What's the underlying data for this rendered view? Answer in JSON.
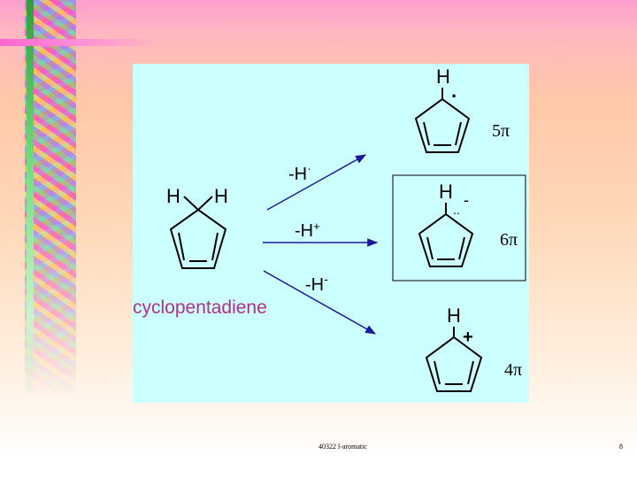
{
  "slide": {
    "footer_text": "40322 l-aromatic",
    "page_number": "8"
  },
  "figure": {
    "start_compound": {
      "label": "cyclopentadiene",
      "h_left": "H",
      "h_right": "H"
    },
    "arrows": [
      {
        "reagent": "-H",
        "charge": "·"
      },
      {
        "reagent": "-H",
        "charge": "+"
      },
      {
        "reagent": "-H",
        "charge": "-"
      }
    ],
    "products": [
      {
        "h": "H",
        "mark": "·",
        "electron_count": "5π"
      },
      {
        "h": "H",
        "mark": "..",
        "charge": "-",
        "electron_count": "6π"
      },
      {
        "h": "H",
        "charge": "+",
        "electron_count": "4π"
      }
    ],
    "colors": {
      "background": "#ccffff",
      "ink": "#000000",
      "label": "#b03090",
      "arrow": "#1a1aa0"
    }
  }
}
